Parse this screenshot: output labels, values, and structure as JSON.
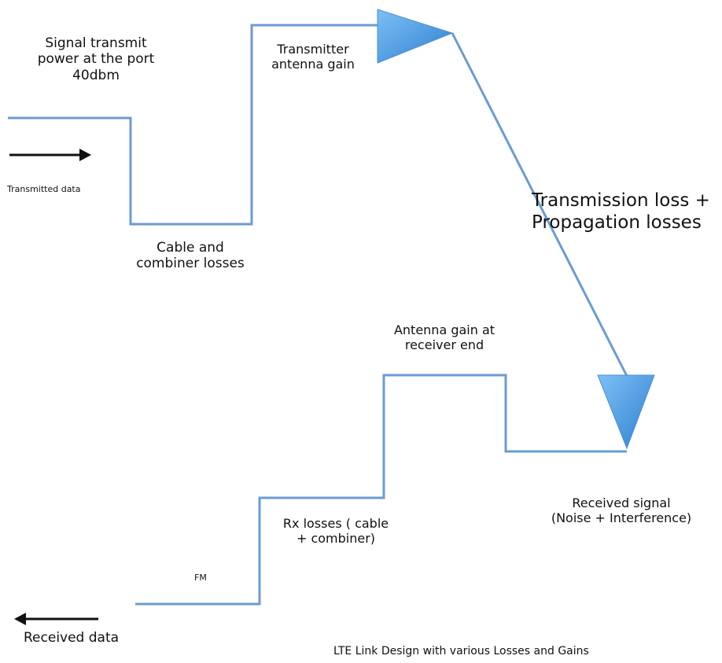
{
  "diagram": {
    "title": "LTE Link Design  with various Losses and Gains",
    "colors": {
      "line": "#6b9bd2",
      "arrow": "#111111",
      "triangle_light": "#6fb3f0",
      "triangle_dark": "#2f7fd0",
      "text": "#111111"
    },
    "labels": {
      "tx_power": [
        "Signal transmit",
        "power at the port",
        "40dbm"
      ],
      "transmitted_data": "Transmitted data",
      "cable_losses": [
        "Cable and",
        "combiner losses"
      ],
      "tx_antenna_gain": [
        "Transmitter",
        "antenna gain"
      ],
      "propagation_losses": [
        "Transmission loss +",
        "Propagation losses"
      ],
      "rx_antenna_gain": [
        "Antenna gain at",
        "receiver end"
      ],
      "received_signal": [
        "Received signal",
        "(Noise + Interference)"
      ],
      "rx_losses": [
        "Rx losses ( cable",
        "+ combiner)"
      ],
      "fm": "FM",
      "received_data": "Received data"
    },
    "icons": {
      "tx_arrow": "right-arrow-icon",
      "rx_arrow": "left-arrow-icon",
      "tx_antenna": "transmit-antenna-triangle-icon",
      "rx_antenna": "receive-antenna-triangle-icon"
    }
  }
}
